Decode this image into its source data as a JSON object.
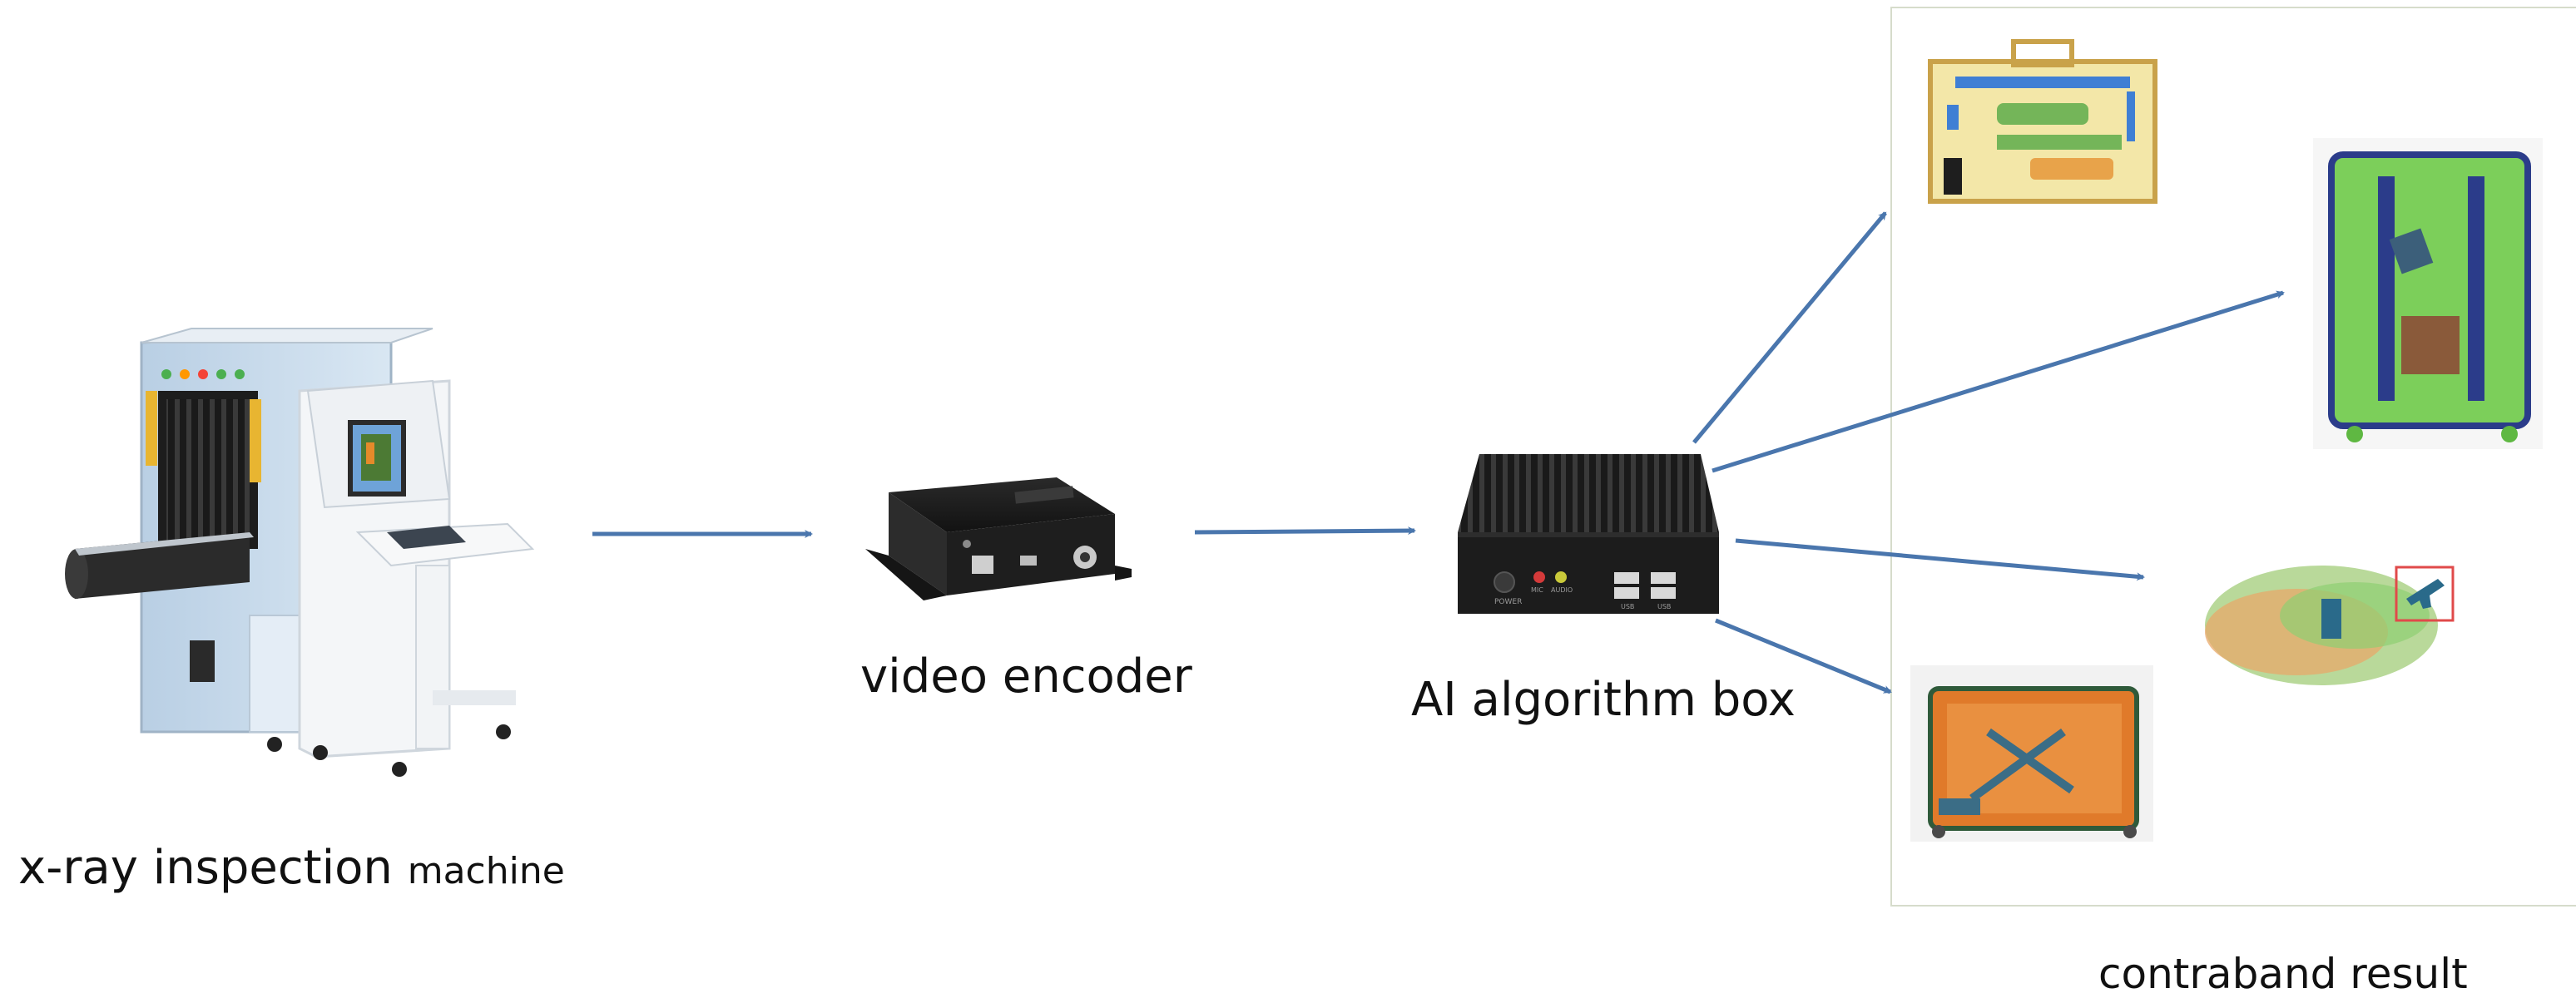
{
  "labels": {
    "xray_main": "x-ray inspection ",
    "xray_small": "machine",
    "encoder": "video encoder",
    "box": "AI algorithm box",
    "result": "contraband result"
  },
  "colors": {
    "arrow": "#4a76ad",
    "panel_border": "#d6dccb",
    "text": "#111111"
  },
  "device_text": {
    "box_power": "POWER",
    "box_mic": "MIC",
    "box_audio": "AUDIO",
    "box_usb": "USB"
  },
  "icons": [
    "xray-machine-illustration",
    "video-encoder-illustration",
    "ai-box-illustration",
    "xray-scan-image"
  ]
}
